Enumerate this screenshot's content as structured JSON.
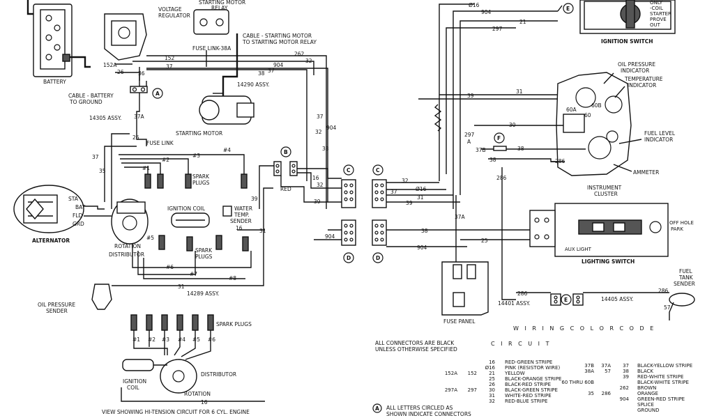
{
  "components": {
    "battery": "BATTERY",
    "voltage_regulator": "VOLTAGE\nREGULATOR",
    "starting_motor_relay": "STARTING MOTOR\nRELAY",
    "fuse_link_38a": "FUSE LINK-38A",
    "cable_starting_motor": "CABLE - STARTING MOTOR\nTO STARTING MOTOR RELAY",
    "cable_battery_ground": "CABLE - BATTERY\nTO GROUND",
    "assy_14290": "14290 ASSY.",
    "assy_14305": "14305 ASSY.",
    "starting_motor": "STARTING MOTOR",
    "fuse_link": "FUSE LINK",
    "spark_plugs_top": "SPARK\nPLUGS",
    "ignition_coil": "IGNITION COIL",
    "water_temp_sender": "WATER\nTEMP.\nSENDER",
    "alternator": "ALTERNATOR",
    "rotation": "ROTATION",
    "distributor": "DISTRIBUTOR",
    "spark_plugs_mid": "SPARK\nPLUGS",
    "assy_14289": "14289 ASSY.",
    "oil_pressure_sender": "OIL PRESSURE\nSENDER",
    "red": "RED",
    "ignition_switch": "IGNITION SWITCH",
    "oil_pressure_indicator": "OIL PRESSURE\nINDICATOR",
    "temperature_indicator": "TEMPERATURE\nINDICATOR",
    "fuel_level_indicator": "FUEL LEVEL\nINDICATOR",
    "ammeter": "AMMETER",
    "instrument_cluster": "INSTRUMENT\nCLUSTER",
    "lighting_switch": "LIGHTING SWITCH",
    "off_hole_park": "OFF HOLE\nPARK",
    "fuse_panel": "FUSE PANEL",
    "assy_14401": "14401 ASSY.",
    "assy_14405": "14405 ASSY.",
    "fuel_tank_sender": "FUEL\nTANK\nSENDER",
    "ign_switch_labels": "ONLY\n-COIL\nSTARTER\nPROVE\nOUT",
    "aux_light": "AUX LIGHT",
    "plugs_bottom": "SPARK PLUGS",
    "ignition_coil_bottom": "IGNITION\nCOIL",
    "distributor_bottom": "DISTRIBUTOR",
    "rotation_bottom": "ROTATION",
    "caption_bottom": "VIEW SHOWING HI-TENSION CIRCUIT FOR 6 CYL. ENGINE"
  },
  "connectors": {
    "a": "A",
    "b": "B",
    "c": "C",
    "d": "D",
    "e": "E",
    "f": "F"
  },
  "wire_numbers": {
    "w152a": "152A",
    "w26": "26",
    "w152": "152",
    "w37": "37",
    "w38": "38",
    "w262": "262",
    "w32": "32",
    "w904": "904",
    "w36": "36",
    "w37a": "37A",
    "w35": "35",
    "w26b": "26",
    "w37b": "37",
    "w3": "#3",
    "w4": "#4",
    "w2": "#2",
    "w1": "#1",
    "w5": "#5",
    "w6": "#6",
    "w7": "#7",
    "w8": "#8",
    "w16": "16",
    "w31": "31",
    "w39": "39",
    "w16b": "16",
    "w32b": "32",
    "w39b": "39",
    "w904b": "904",
    "w904c": "904",
    "w37c": "37",
    "w16c": "Ø16",
    "w31b": "31",
    "w39c": "39",
    "w32c": "32",
    "w38b": "38",
    "w904d": "904",
    "w25": "25",
    "w37ar": "37A",
    "w286": "286",
    "w286b": "286",
    "w286c": "286",
    "w57": "57",
    "wt16": "Ø16",
    "wt904": "904",
    "wt21": "21",
    "wt297": "297",
    "w31c": "31",
    "w39d": "39",
    "w30": "30",
    "w297": "297",
    "w297a": "A",
    "w37br": "37B",
    "w38c": "38",
    "w38d": "38",
    "w60a": "60A",
    "w60b": "60B",
    "w60": "60",
    "w31d": "31",
    "p1": "#1",
    "p2": "#2",
    "p3": "#3",
    "p4": "#4",
    "p5": "#5",
    "p6": "#6",
    "p16": "16"
  },
  "notes": {
    "all_black": "ALL CONNECTORS ARE BLACK\nUNLESS OTHERWISE SPECIFIED",
    "letters_circled": "ALL LETTERS CIRCLED AS\nSHOWN INDICATE CONNECTORS"
  },
  "color_code": {
    "title": "W I R I N G   C O L O R   C O D E",
    "circuit": "C I R C U I T",
    "rows_left": [
      {
        "c1": "",
        "c2": "",
        "c3": "16",
        "color": "RED-GREEN STRIPE"
      },
      {
        "c1": "",
        "c2": "",
        "c3": "Ø16",
        "color": "PINK (RESISTOR WIRE)"
      },
      {
        "c1": "152A",
        "c2": "152",
        "c3": "21",
        "color": "YELLOW"
      },
      {
        "c1": "",
        "c2": "",
        "c3": "25",
        "color": "BLACK-ORANGE STRIPE"
      },
      {
        "c1": "",
        "c2": "",
        "c3": "26",
        "color": "BLACK-RED STRIPE"
      },
      {
        "c1": "297A",
        "c2": "297",
        "c3": "30",
        "color": "BLACK-GREEN STRIPE"
      },
      {
        "c1": "",
        "c2": "",
        "c3": "31",
        "color": "WHITE-RED STRIPE"
      },
      {
        "c1": "",
        "c2": "",
        "c3": "32",
        "color": "RED-BLUE STRIPE"
      }
    ],
    "rows_right": [
      {
        "c1": "37B",
        "c2": "37A",
        "c3": "37",
        "color": "BLACK-YELLOW STRIPE"
      },
      {
        "c1": "38A",
        "c2": "57",
        "c3": "38",
        "color": "BLACK"
      },
      {
        "c1": "",
        "c2": "",
        "c3": "39",
        "color": "RED-WHITE STRIPE"
      },
      {
        "c1": "60 THRU 60B",
        "c2": "",
        "c3": "",
        "color": "BLACK-WHITE STRIPE"
      },
      {
        "c1": "",
        "c2": "",
        "c3": "262",
        "color": "BROWN"
      },
      {
        "c1": "35",
        "c2": "286",
        "c3": "",
        "color": "ORANGE"
      },
      {
        "c1": "",
        "c2": "",
        "c3": "904",
        "color": "GREEN-RED STRIPE"
      },
      {
        "c1": "",
        "c2": "",
        "c3": "",
        "color": "SPLICE"
      },
      {
        "c1": "",
        "c2": "",
        "c3": "",
        "color": "GROUND"
      }
    ]
  }
}
